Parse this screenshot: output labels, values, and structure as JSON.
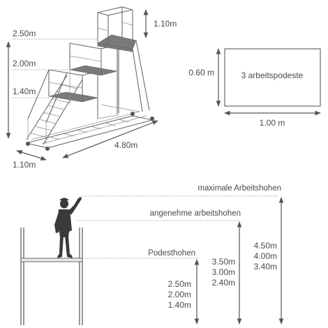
{
  "ladder_dims": {
    "top_height": "1.10m",
    "levels": [
      "2.50m",
      "2.00m",
      "1.40m"
    ],
    "length": "4.80m",
    "width": "1.10m"
  },
  "platform": {
    "label": "3 arbeitspodeste",
    "depth": "0.60 m",
    "width": "1.00 m"
  },
  "heights": {
    "max_title": "maximale Arbeitshohen",
    "max_values": [
      "4.50m",
      "4.00m",
      "3.40m"
    ],
    "comfort_title": "angenehme arbeitshohen",
    "comfort_values": [
      "3.50m",
      "3.00m",
      "2.40m"
    ],
    "podest_title": "Podesthohen",
    "podest_values": [
      "2.50m",
      "2.00m",
      "1.40m"
    ]
  },
  "colors": {
    "text": "#4a4a4a",
    "frame": "#6b6b6b",
    "figure": "#3a3a3a"
  }
}
